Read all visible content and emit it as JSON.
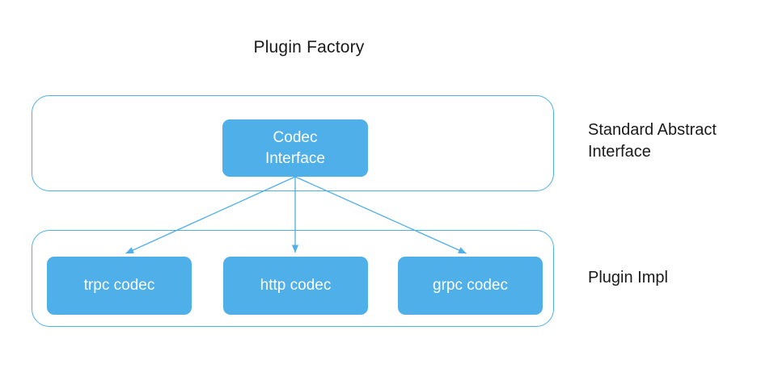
{
  "diagram": {
    "title": "Plugin Factory",
    "background_color": "#ffffff",
    "accent_color": "#4FAFE8",
    "node_text_color": "#ffffff",
    "label_text_color": "#1a1a1a",
    "groups": [
      {
        "name": "standard-abstract-interface",
        "side_label": "Standard Abstract\nInterface",
        "nodes": [
          {
            "name": "codec-interface",
            "label": "Codec\nInterface"
          }
        ]
      },
      {
        "name": "plugin-impl",
        "side_label": "Plugin Impl",
        "nodes": [
          {
            "name": "trpc-codec",
            "label": "trpc codec"
          },
          {
            "name": "http-codec",
            "label": "http codec"
          },
          {
            "name": "grpc-codec",
            "label": "grpc codec"
          }
        ]
      }
    ],
    "connections": [
      {
        "name": "codec-interface-to-trpc-codec",
        "from": "codec-interface",
        "to": "trpc codec"
      },
      {
        "name": "codec-interface-to-http-codec",
        "from": "codec-interface",
        "to": "http codec"
      },
      {
        "name": "codec-interface-to-grpc-codec",
        "from": "codec-interface",
        "to": "grpc codec"
      }
    ]
  }
}
